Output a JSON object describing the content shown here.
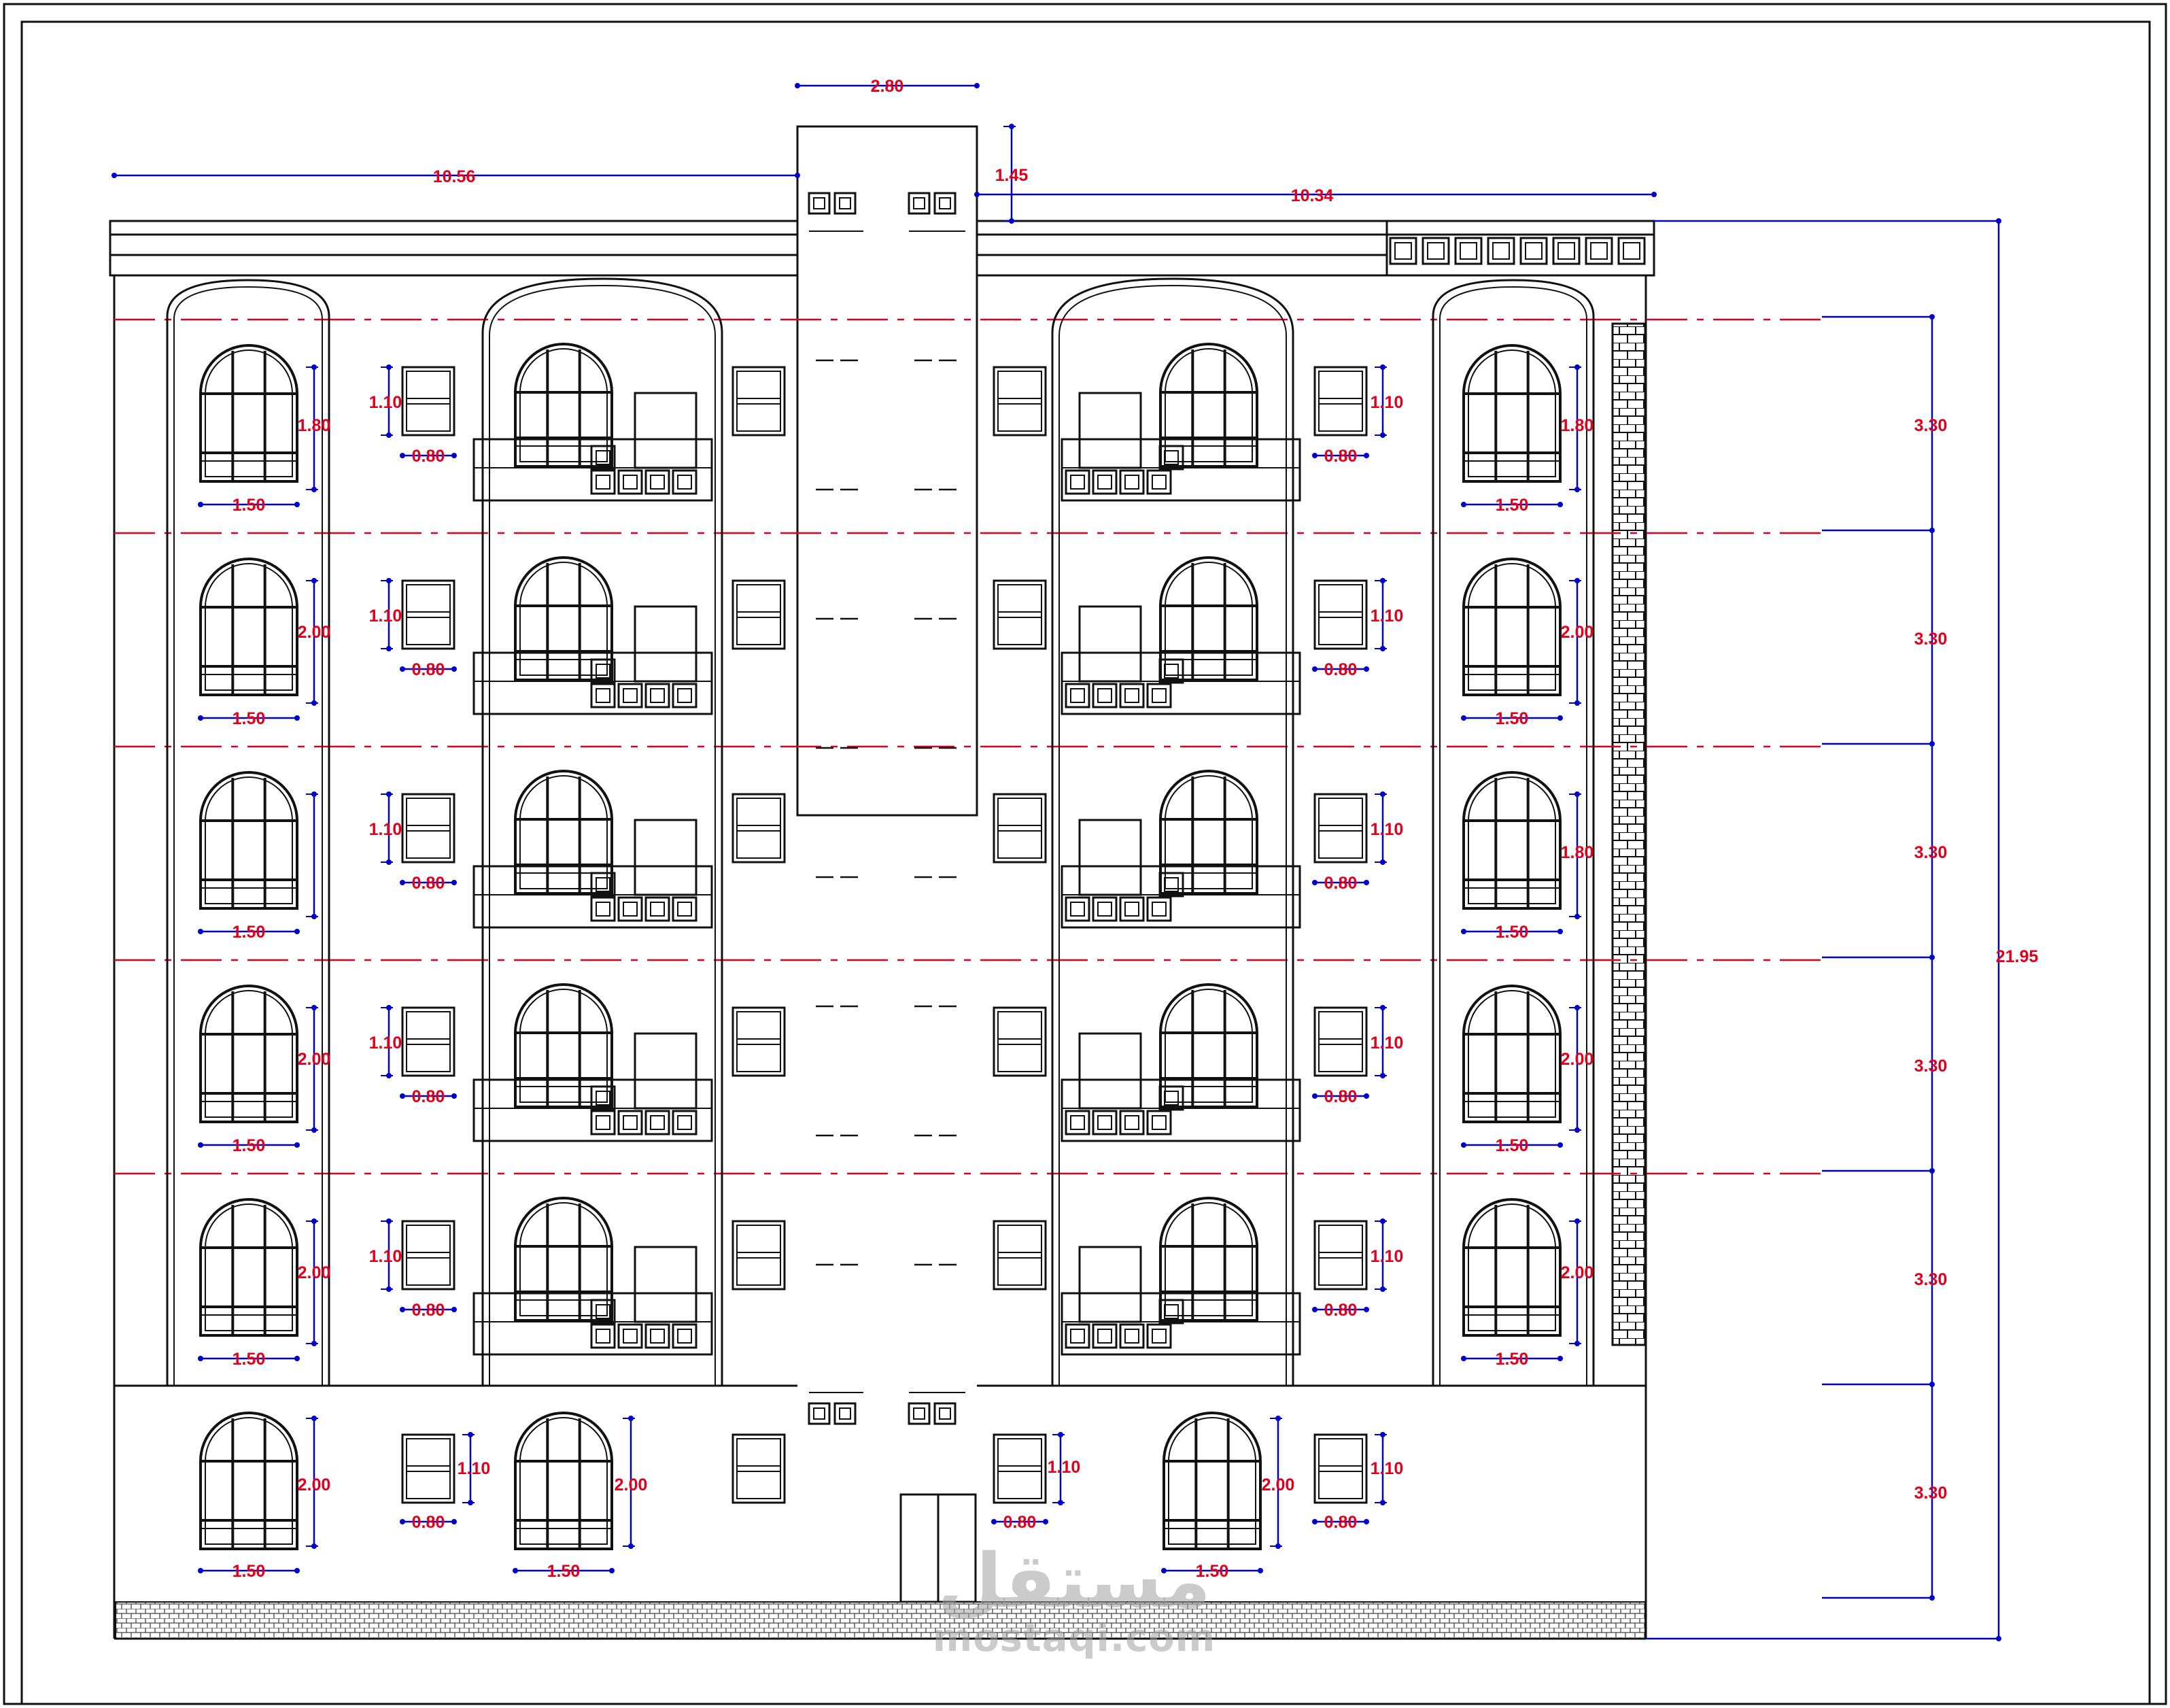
{
  "colors": {
    "linework": "#111111",
    "dimension_line": "#0000cc",
    "dimension_text": "#e0001b",
    "level_line": "#e0001b"
  },
  "dimensions": {
    "top_left_width": "10.56",
    "top_core_width": "2.80",
    "top_parapet_height": "1.45",
    "top_right_width": "10.34",
    "total_height": "21.95",
    "floor_heights": [
      "3.30",
      "3.30",
      "3.30",
      "3.30",
      "3.30",
      "3.30"
    ],
    "window_large_width": "1.50",
    "window_small_width": "0.80",
    "window_small_height": "1.10",
    "left_column_heights": [
      "1.80",
      "2.00",
      "",
      "2.00",
      "2.00"
    ],
    "right_column_heights": [
      "1.80",
      "2.00",
      "1.80",
      "2.00",
      "2.00"
    ],
    "ground_window_height": "2.00"
  },
  "watermark": {
    "arabic": "مستقل",
    "latin": "mostaqi.com"
  }
}
